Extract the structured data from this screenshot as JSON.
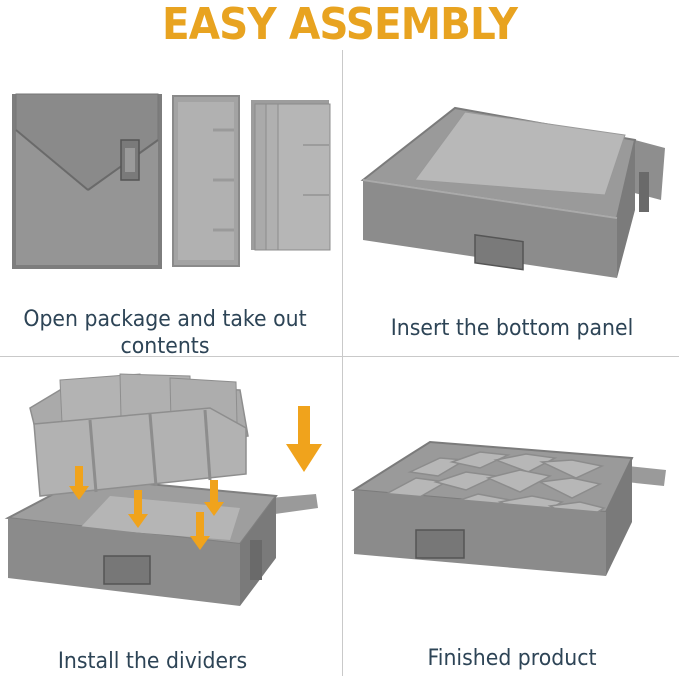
{
  "title": "EASY ASSEMBLY",
  "colors": {
    "title": "#e8a320",
    "caption": "#2d4456",
    "fabric": "#8f8f8f",
    "fabric_dark": "#6f6f6f",
    "fabric_light": "#b4b4b4",
    "arrow": "#f0a31c",
    "divider_line": "#c9c9c9"
  },
  "steps": [
    {
      "caption_line1": "Open  package and take out",
      "caption_line2": "contents",
      "illustration": "flat-packed-organizer-parts"
    },
    {
      "caption_line1": "Insert the bottom panel",
      "illustration": "box-with-bottom-panel"
    },
    {
      "caption_line1": "Install the dividers",
      "illustration": "dividers-being-inserted",
      "icons": [
        "arrow-down-icon"
      ]
    },
    {
      "caption_line1": "Finished product",
      "illustration": "finished-organizer-box"
    }
  ]
}
